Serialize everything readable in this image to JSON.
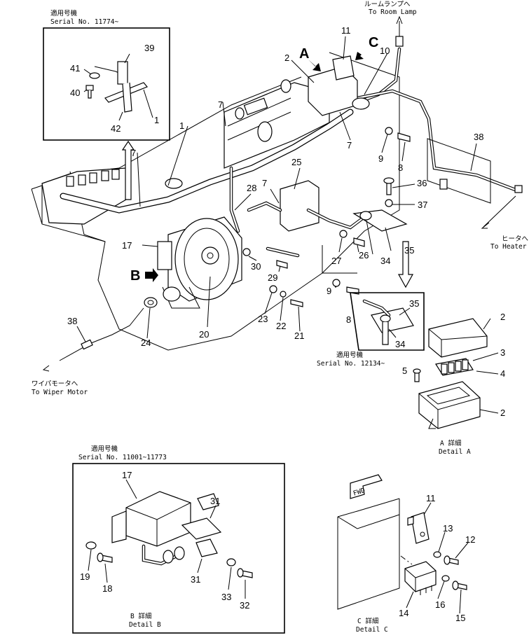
{
  "labels": {
    "serial_top_jp": "適用号機",
    "serial_top": "Serial No. 11774~",
    "to_room_lamp_jp": "ルームランプへ",
    "to_room_lamp": "To Room Lamp",
    "to_heater_jp": "ヒータへ",
    "to_heater": "To Heater",
    "to_wiper_jp": "ワイパモータへ",
    "to_wiper": "To Wiper Motor",
    "serial_mid_jp": "適用号機",
    "serial_mid": "Serial No. 12134~",
    "detail_a_jp": "A 詳細",
    "detail_a": "Detail A",
    "serial_b_jp": "適用号機",
    "serial_b": "Serial No. 11001~11773",
    "detail_b_jp": "B 詳細",
    "detail_b": "Detail B",
    "detail_c_jp": "C 詳細",
    "detail_c": "Detail C",
    "fwd": "FWD",
    "view_a": "A",
    "view_b": "B",
    "view_c": "C"
  },
  "callouts": {
    "p1": "1",
    "p1b": "1",
    "p2": "2",
    "p2a": "2",
    "p2b": "2",
    "p3": "3",
    "p4": "4",
    "p5": "5",
    "p7a": "7",
    "p7b": "7",
    "p7c": "7",
    "p8": "8",
    "p8b": "8",
    "p9": "9",
    "p9b": "9",
    "p10": "10",
    "p11": "11",
    "p11c": "11",
    "p12": "12",
    "p13": "13",
    "p14": "14",
    "p15": "15",
    "p16": "16",
    "p17": "17",
    "p17b": "17",
    "p18": "18",
    "p19": "19",
    "p20": "20",
    "p21": "21",
    "p22": "22",
    "p23": "23",
    "p24": "24",
    "p25": "25",
    "p26": "26",
    "p27": "27",
    "p28": "28",
    "p29": "29",
    "p30": "30",
    "p31a": "31",
    "p31b": "31",
    "p32": "32",
    "p33": "33",
    "p34": "34",
    "p34b": "34",
    "p35": "35",
    "p35b": "35",
    "p36": "36",
    "p37": "37",
    "p38": "38",
    "p38b": "38",
    "p39": "39",
    "p40": "40",
    "p41": "41",
    "p42": "42"
  }
}
